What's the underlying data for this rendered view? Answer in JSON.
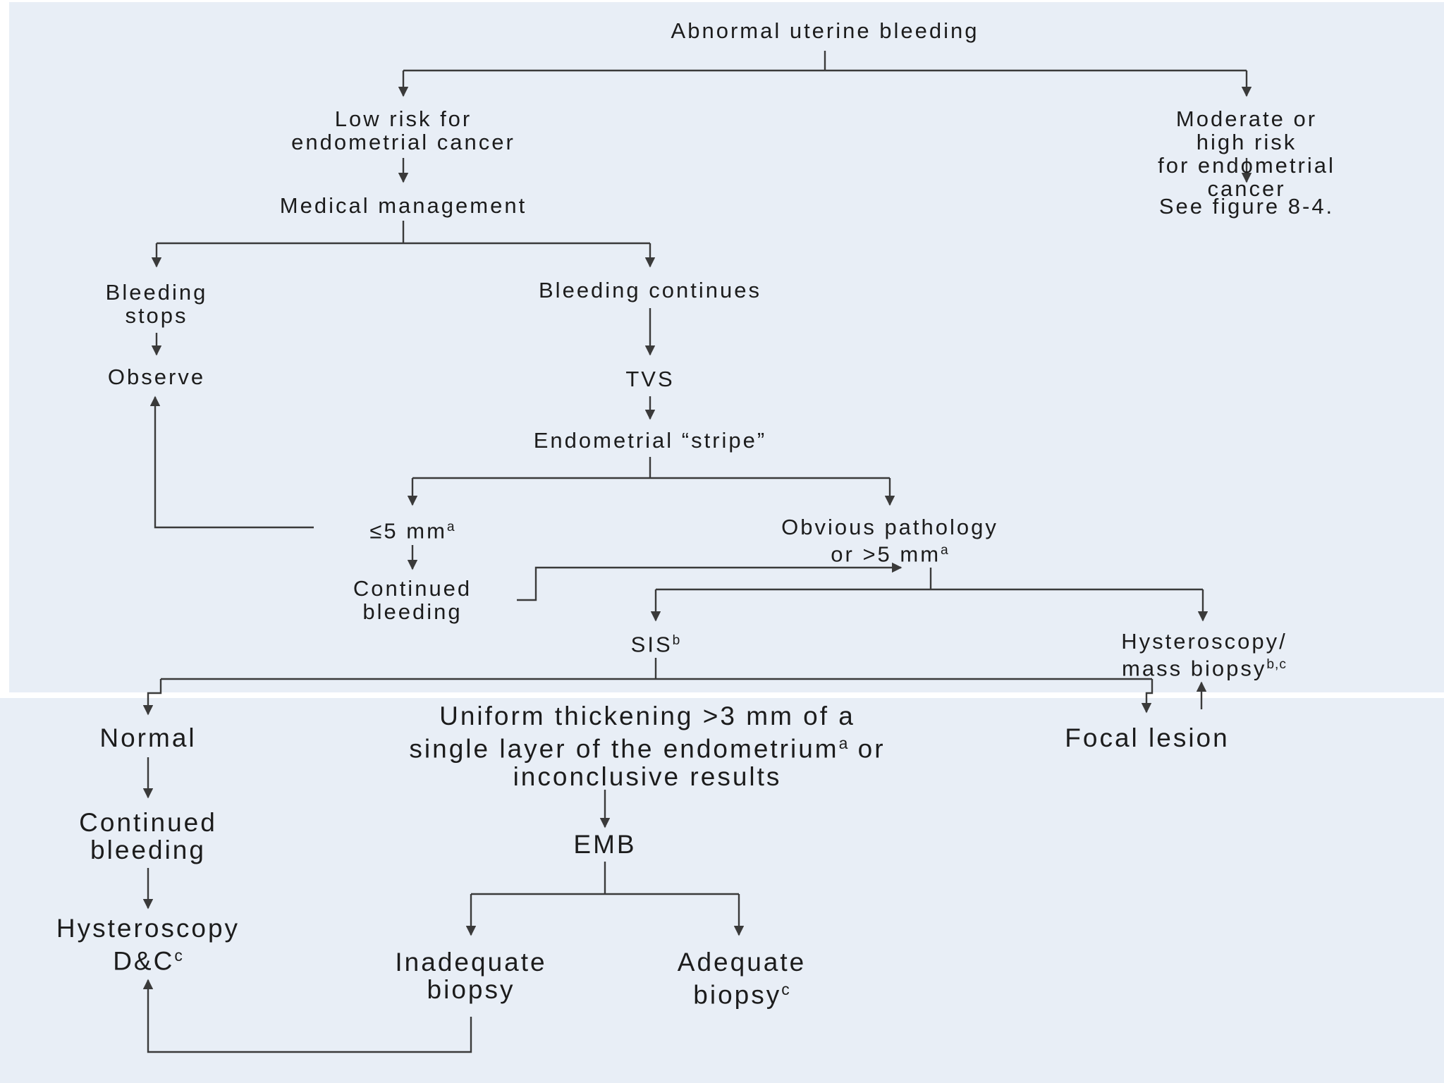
{
  "colors": {
    "panel": "#e8eef6",
    "line": "#3a3a3a",
    "text": "#1c1c1c"
  },
  "nodes": {
    "root": {
      "text": "Abnormal uterine bleeding"
    },
    "low_risk": {
      "text": "Low risk for\nendometrial cancer"
    },
    "high_risk": {
      "text": "Moderate or high risk\nfor endometrial cancer"
    },
    "see_figure": {
      "text": "See figure 8-4."
    },
    "medical_management": {
      "text": "Medical management"
    },
    "bleeding_stops": {
      "text": "Bleeding\nstops"
    },
    "bleeding_continues": {
      "text": "Bleeding continues"
    },
    "observe": {
      "text": "Observe"
    },
    "tvs": {
      "text": "TVS"
    },
    "stripe": {
      "text": "Endometrial “stripe”"
    },
    "le5": {
      "text": "≤5 mm",
      "sup": "a"
    },
    "pathology": {
      "text": "Obvious pathology\nor >5 mm",
      "sup": "a"
    },
    "continued_bleeding_1": {
      "text": "Continued\nbleeding"
    },
    "sis": {
      "text": "SIS",
      "sup": "b"
    },
    "hysteroscopy_mass": {
      "text": "Hysteroscopy/\nmass biopsy",
      "sup": "b,c"
    },
    "normal": {
      "text": "Normal"
    },
    "uniform": {
      "text": "Uniform thickening >3 mm of a\nsingle layer of the endometrium",
      "sup": "a",
      "after": " or\ninconclusive results"
    },
    "focal": {
      "text": "Focal lesion"
    },
    "continued_bleeding_2": {
      "text": "Continued\nbleeding"
    },
    "emb": {
      "text": "EMB"
    },
    "hysteroscopy_dc": {
      "text": "Hysteroscopy\nD&C",
      "sup": "c"
    },
    "inadequate": {
      "text": "Inadequate\nbiopsy"
    },
    "adequate": {
      "text": "Adequate\nbiopsy",
      "sup": "c"
    }
  }
}
